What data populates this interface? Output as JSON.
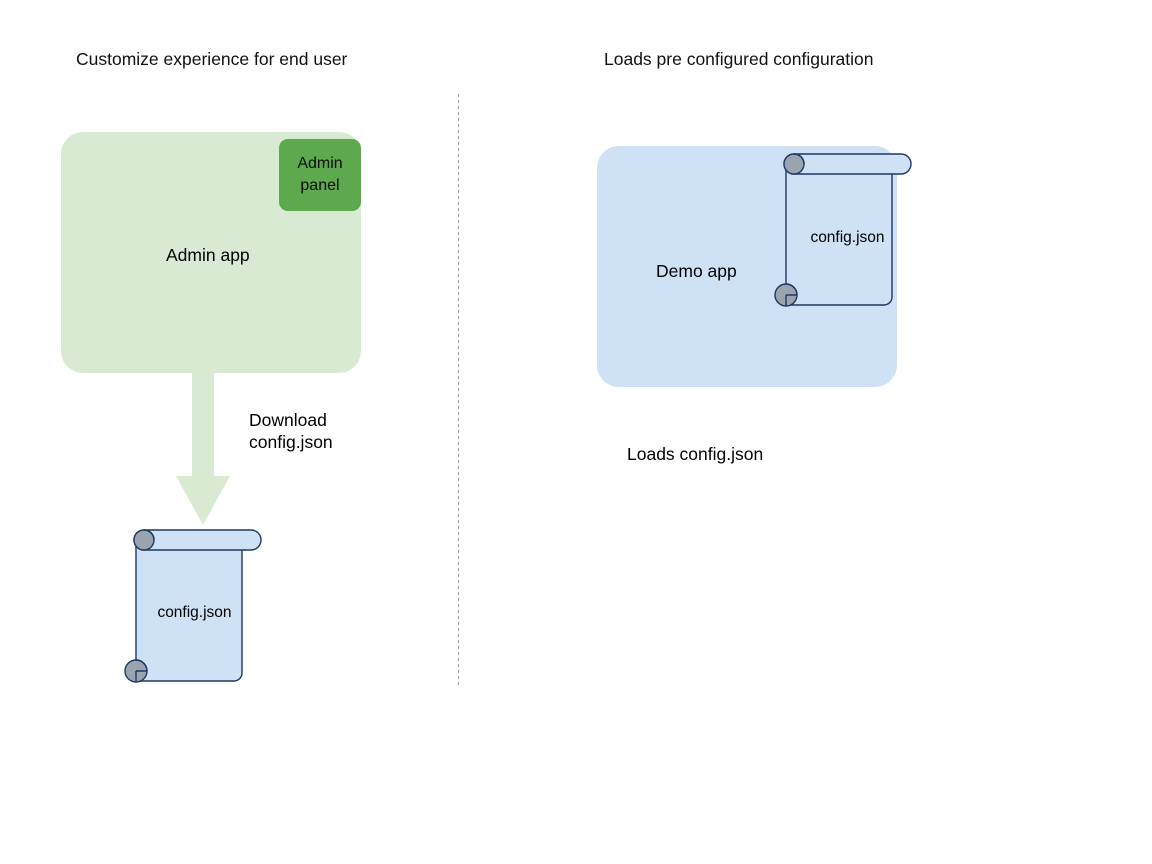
{
  "diagram": {
    "title_left": "Customize experience for end user",
    "title_right": "Loads pre configured configuration",
    "left_flow": {
      "app_label": "Admin app",
      "admin_panel_label": "Admin\npanel",
      "admin_panel_line1": "Admin",
      "admin_panel_line2": "panel",
      "arrow_label_line1": "Download",
      "arrow_label_line2": "config.json",
      "document_label": "config.json"
    },
    "right_flow": {
      "app_label": "Demo app",
      "document_label": "config.json",
      "caption": "Loads config.json"
    },
    "colors": {
      "admin_app_fill": "#d9ead3",
      "admin_panel_fill": "#5ea84e",
      "demo_app_fill": "#cfe1f5",
      "document_fill": "#cfe1f5",
      "document_stroke": "#1f3864",
      "curl_fill": "#9aa4ae",
      "arrow_fill": "#d9ead3",
      "divider": "#999999",
      "text": "#000000"
    }
  }
}
